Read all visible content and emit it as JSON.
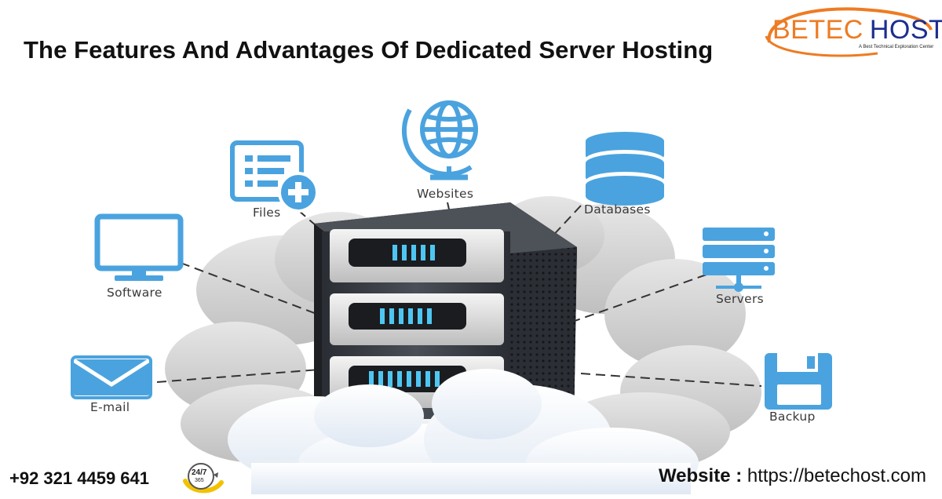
{
  "header": {
    "title": "The Features And Advantages Of Dedicated Server Hosting"
  },
  "logo": {
    "brand_left": "BETEC",
    "brand_right": "HOST",
    "tagline": "A Best Technical Exploration Center",
    "color_primary": "#1b2e8f",
    "color_accent": "#ee7b22"
  },
  "diagram": {
    "icon_color": "#4aa3df",
    "nodes": [
      {
        "label": "Websites",
        "icon": "globe-icon"
      },
      {
        "label": "Files",
        "icon": "file-add-icon"
      },
      {
        "label": "Databases",
        "icon": "database-icon"
      },
      {
        "label": "Software",
        "icon": "monitor-icon"
      },
      {
        "label": "Servers",
        "icon": "server-stack-icon"
      },
      {
        "label": "E-mail",
        "icon": "envelope-icon"
      },
      {
        "label": "Backup",
        "icon": "floppy-disk-icon"
      }
    ]
  },
  "footer": {
    "phone": "+92 321 4459 641",
    "badge_text": "24/7",
    "badge_sub": "365",
    "website_label": "Website :",
    "website_url": "https://betechost.com"
  }
}
